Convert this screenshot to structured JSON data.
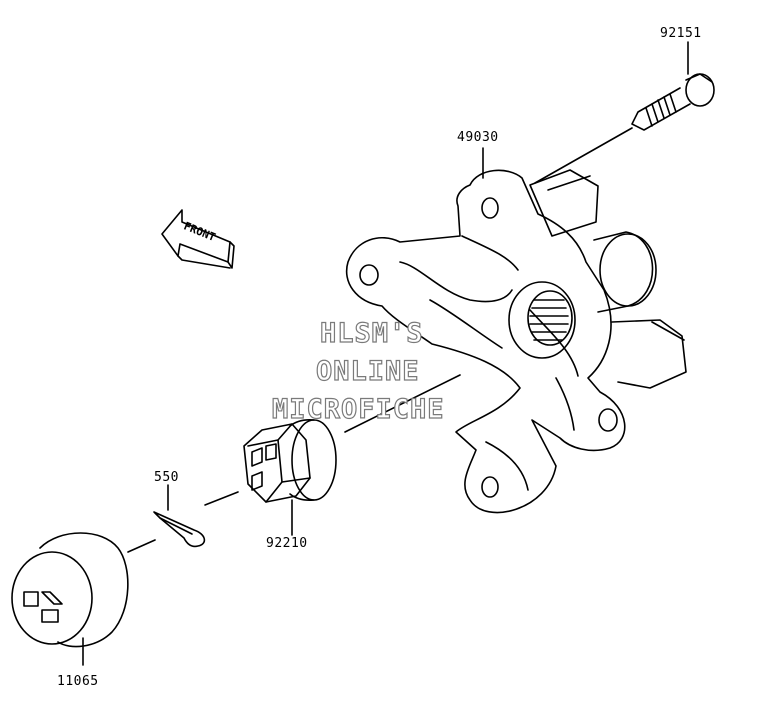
{
  "diagram": {
    "parts": [
      {
        "id": "92151",
        "name": "stud-bolt"
      },
      {
        "id": "49030",
        "name": "wheel-hub"
      },
      {
        "id": "550",
        "name": "cotter-pin"
      },
      {
        "id": "92210",
        "name": "castle-nut"
      },
      {
        "id": "11065",
        "name": "hub-cap"
      }
    ],
    "front_arrow_label": "FRONT",
    "watermark": [
      "HLSM'S",
      "ONLINE",
      "MICROFICHE"
    ],
    "colors": {
      "line": "#000000",
      "watermark_outline": "#7a7a7a",
      "background": "#ffffff"
    }
  }
}
